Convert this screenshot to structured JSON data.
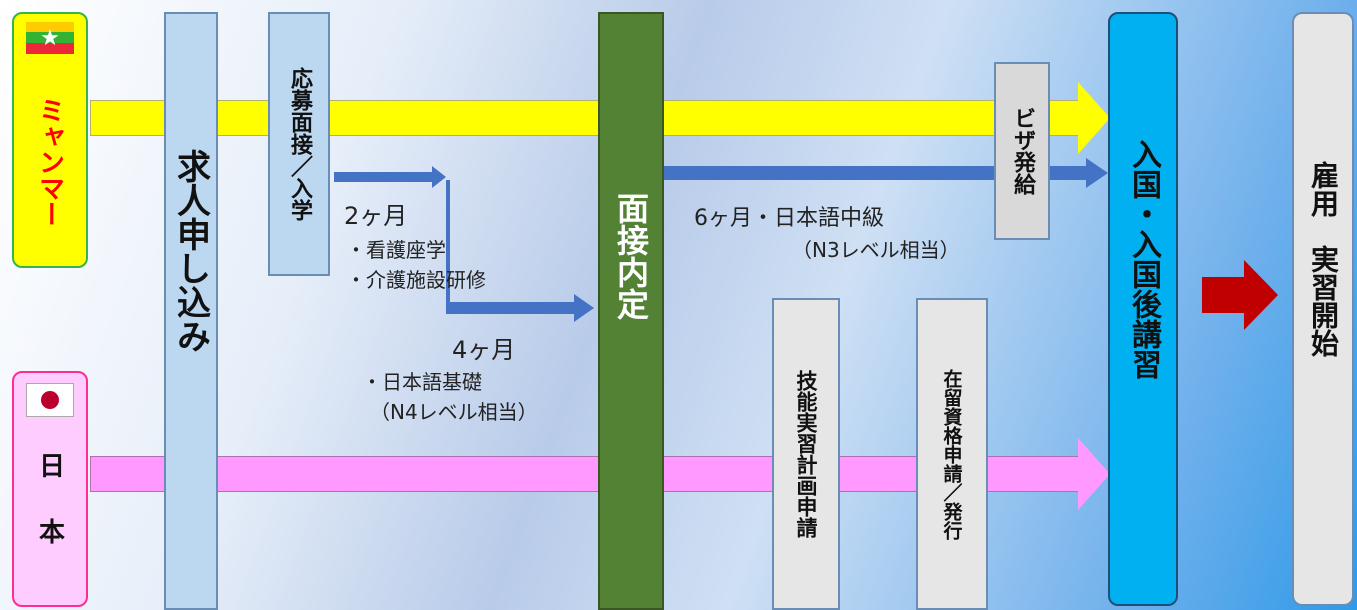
{
  "colors": {
    "myanmar_box": "#ffff00",
    "myanmar_text": "#ff0000",
    "myanmar_border": "#36b34a",
    "japan_box": "#ffccff",
    "japan_border": "#ff2d8f",
    "yellow_band": "#ffff00",
    "pink_band": "#ff99ff",
    "light_blue_col": "#bcd7f0",
    "dark_green_col": "#548235",
    "cyan_col": "#00b0f0",
    "gray_col": "#e6e6e6",
    "blue_arrow": "#4472c4",
    "red_arrow": "#c00000"
  },
  "countries": {
    "myanmar": {
      "label": "ミャンマー",
      "flag_icon": "myanmar-flag-icon"
    },
    "japan": {
      "label": "日本",
      "flag_icon": "japan-flag-icon"
    }
  },
  "steps": {
    "job_application": "求人申し込み",
    "interview_enroll": "応募面接／入学",
    "interview_decision": "面接内定",
    "visa": "ビザ発給",
    "training_plan": "技能実習計画申請",
    "residence_status": "在留資格申請／発行",
    "entry": "入国・入国後講習",
    "start": "雇用　実習開始"
  },
  "notes": {
    "phase1_period": "2ヶ月",
    "phase1_item1": "・看護座学",
    "phase1_item2": "・介護施設研修",
    "phase2_period": "4ヶ月",
    "phase2_item1": "・日本語基礎",
    "phase2_item2": "（N4レベル相当）",
    "phase3_line1": "6ヶ月・日本語中級",
    "phase3_line2": "（N3レベル相当）"
  }
}
